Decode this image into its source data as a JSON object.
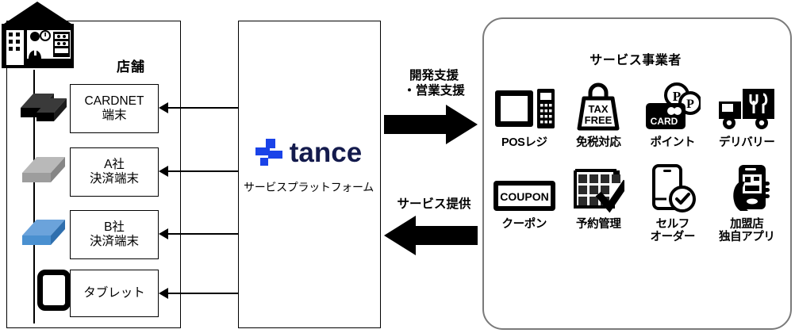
{
  "store": {
    "title": "店舗",
    "icon": "storefront-icon",
    "devices": [
      {
        "name": "cardnet-terminal",
        "line1": "CARDNET",
        "line2": "端末",
        "icon": "terminal-black-icon",
        "color": "#262626"
      },
      {
        "name": "company-a-terminal",
        "line1": "A社",
        "line2": "決済端末",
        "icon": "terminal-gray-icon",
        "color": "#b3b3b3"
      },
      {
        "name": "company-b-terminal",
        "line1": "B社",
        "line2": "決済端末",
        "icon": "terminal-blue-icon",
        "color": "#5b9bd5"
      },
      {
        "name": "tablet",
        "line1": "タブレット",
        "line2": "",
        "icon": "tablet-icon",
        "color": "#000000"
      }
    ]
  },
  "platform": {
    "logo_word": "tance",
    "logo_mark": "tance-logo-mark",
    "subtitle": "サービスプラットフォーム",
    "accent": "#1a43e8",
    "word_color": "#141b4d"
  },
  "flows": {
    "to_providers": {
      "line1": "開発支援",
      "line2": "・営業支援",
      "direction": "right"
    },
    "from_providers": {
      "line1": "サービス提供",
      "direction": "left"
    }
  },
  "providers": {
    "title": "サービス事業者",
    "services": [
      {
        "icon": "pos-register-icon",
        "label": "POSレジ"
      },
      {
        "icon": "tax-free-bag-icon",
        "label": "免税対応"
      },
      {
        "icon": "point-card-icon",
        "label": "ポイント"
      },
      {
        "icon": "delivery-truck-icon",
        "label": "デリバリー"
      },
      {
        "icon": "coupon-icon",
        "label": "クーポン"
      },
      {
        "icon": "reservation-calendar-icon",
        "label": "予約管理"
      },
      {
        "icon": "self-order-phone-icon",
        "label": "セルフ\nオーダー"
      },
      {
        "icon": "member-store-app-icon",
        "label": "加盟店\n独自アプリ"
      }
    ]
  }
}
